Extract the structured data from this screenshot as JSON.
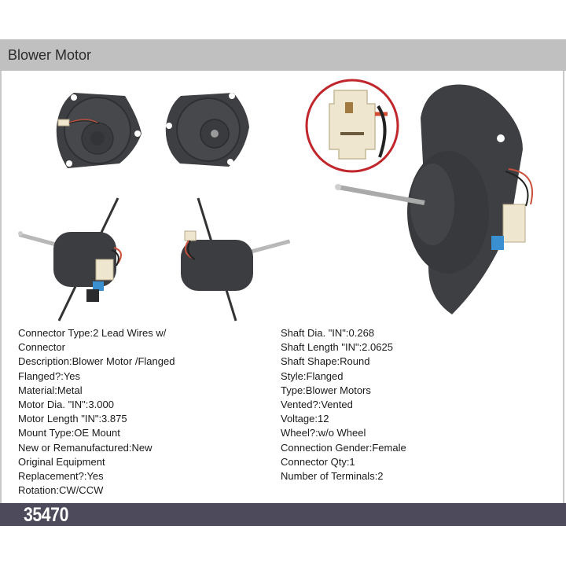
{
  "header": {
    "title": "Blower Motor"
  },
  "images": [
    {
      "name": "motor-rear-view-flange",
      "description": "Flange rear view with connector"
    },
    {
      "name": "motor-front-view-flange",
      "description": "Flange front view with shaft hub"
    },
    {
      "name": "motor-side-view-left",
      "description": "Side view with shaft pointing left"
    },
    {
      "name": "motor-side-view-right",
      "description": "Side view with shaft pointing right"
    },
    {
      "name": "motor-main-view",
      "description": "Main angled view with connector detail inset"
    }
  ],
  "specs": {
    "left": [
      "Connector Type:2 Lead Wires w/",
      "Connector",
      "Description:Blower Motor /Flanged",
      "Flanged?:Yes",
      "Material:Metal",
      "Motor Dia. \"IN\":3.000",
      "Motor Length \"IN\":3.875",
      "Mount Type:OE Mount",
      "New or Remanufactured:New",
      "Original Equipment",
      "Replacement?:Yes",
      "Rotation:CW/CCW"
    ],
    "right": [
      "Shaft Dia. \"IN\":0.268",
      "Shaft Length \"IN\":2.0625",
      "Shaft Shape:Round",
      "Style:Flanged",
      "Type:Blower Motors",
      "Vented?:Vented",
      "Voltage:12",
      "Wheel?:w/o Wheel",
      "Connection Gender:Female",
      "Connector Qty:1",
      "Number of Terminals:2"
    ]
  },
  "footer": {
    "part_number": "35470"
  },
  "colors": {
    "header_bg": "#c0c0c0",
    "footer_bg": "#4d4a5c",
    "inset_ring": "#c0272d",
    "motor_body": "#3c3d40",
    "connector": "#efe6cf"
  }
}
